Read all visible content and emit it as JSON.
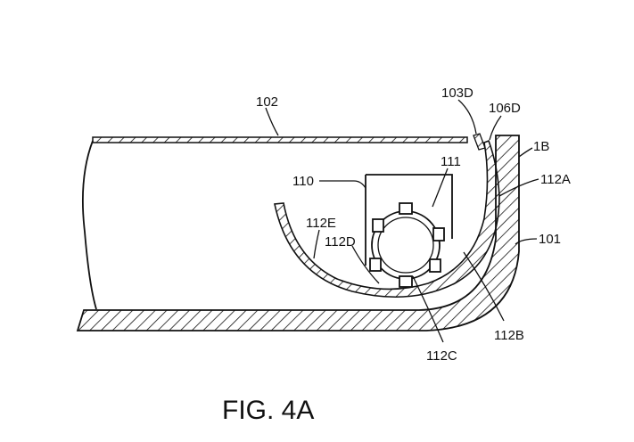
{
  "labels": {
    "l102": "102",
    "l103D": "103D",
    "l106D": "106D",
    "l1B": "1B",
    "l112A": "112A",
    "l110": "110",
    "l111": "111",
    "l112E": "112E",
    "l112D": "112D",
    "l101": "101",
    "l112B": "112B",
    "l112C": "112C"
  },
  "caption": "FIG. 4A"
}
